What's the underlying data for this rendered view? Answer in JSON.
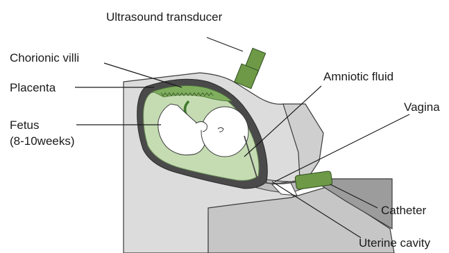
{
  "labels": {
    "ultrasound_transducer": "Ultrasound transducer",
    "chorionic_villi": "Chorionic villi",
    "placenta": "Placenta",
    "amniotic_fluid": "Amniotic fluid",
    "vagina": "Vagina",
    "fetus_line1": "Fetus",
    "fetus_line2": "(8-10weeks)",
    "catheter": "Catheter",
    "uterine_cavity": "Uterine cavity"
  },
  "colors": {
    "body_light": "#dcdcdc",
    "body_mid": "#c6c6c6",
    "body_dark": "#9c9c9c",
    "uterus_wall": "#4a4a4a",
    "amniotic_green": "#c5dcb3",
    "placenta_green": "#7fae5e",
    "device_green": "#6e9a47",
    "fetus_white": "#ffffff",
    "text": "#1a1a1a"
  }
}
